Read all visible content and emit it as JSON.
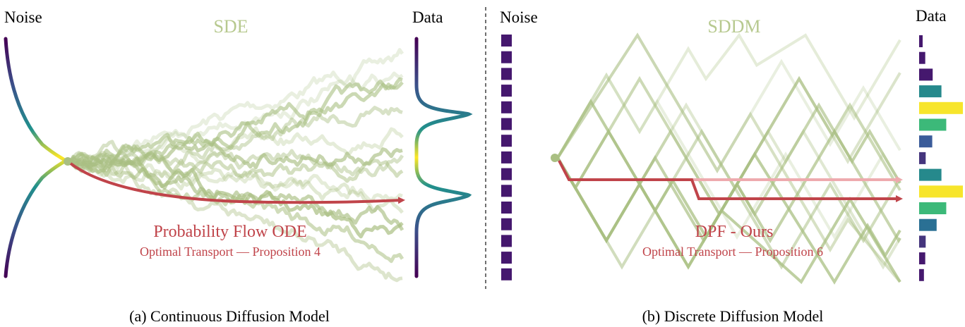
{
  "panel_a": {
    "label_noise": "Noise",
    "label_data": "Data",
    "process_label": "SDE",
    "flow_title": "Probability Flow ODE",
    "flow_subtitle": "Optimal Transport — Proposition 4",
    "caption": "(a) Continuous Diffusion Model"
  },
  "panel_b": {
    "label_noise": "Noise",
    "label_data": "Data",
    "process_label": "SDDM",
    "flow_title": "DPF - Ours",
    "flow_subtitle": "Optimal Transport — Proposition 6",
    "caption": "(b) Discrete Diffusion Model"
  },
  "colors": {
    "sde_path": "#a9bf82",
    "ode_arrow": "#c0444a",
    "dpf_arrow": "#c0444a",
    "dpf_arrow_faded": "#eeaaae",
    "noise_block": "#45186e",
    "text_green": "#b7c98f",
    "text_red": "#c0444a"
  },
  "data_histogram": [
    {
      "value": 0.05,
      "color": "#45186e"
    },
    {
      "value": 0.14,
      "color": "#45186e"
    },
    {
      "value": 0.31,
      "color": "#45186e"
    },
    {
      "value": 0.51,
      "color": "#26898c"
    },
    {
      "value": 1.0,
      "color": "#f7e52b"
    },
    {
      "value": 0.62,
      "color": "#3cb979"
    },
    {
      "value": 0.3,
      "color": "#3b5c9a"
    },
    {
      "value": 0.15,
      "color": "#45357d"
    },
    {
      "value": 0.51,
      "color": "#26898c"
    },
    {
      "value": 1.0,
      "color": "#f7e52b"
    },
    {
      "value": 0.62,
      "color": "#3cb979"
    },
    {
      "value": 0.4,
      "color": "#2a7094"
    },
    {
      "value": 0.15,
      "color": "#45357d"
    },
    {
      "value": 0.14,
      "color": "#45186e"
    },
    {
      "value": 0.11,
      "color": "#45186e"
    }
  ]
}
